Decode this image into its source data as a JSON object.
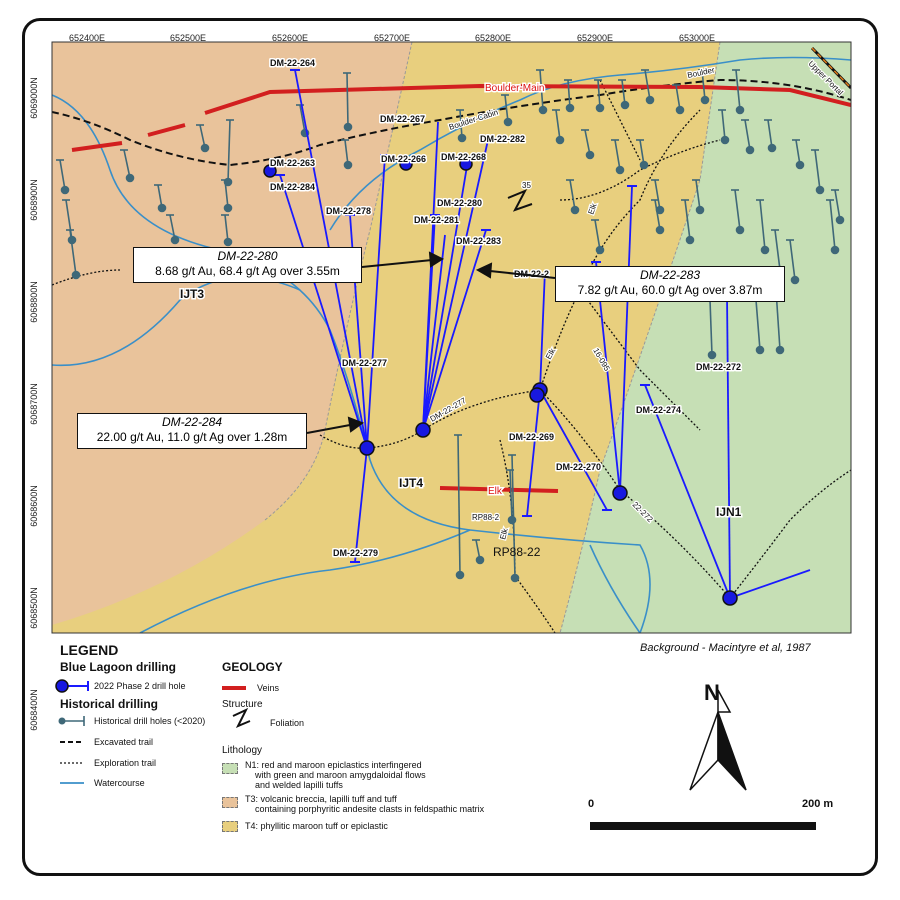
{
  "coords": {
    "top": [
      "652400E",
      "652500E",
      "652600E",
      "652700E",
      "652800E",
      "652900E",
      "653000E"
    ],
    "left": [
      "6069000N",
      "6068900N",
      "6068800N",
      "6068700N",
      "6068600N",
      "6068500N",
      "6068400N"
    ]
  },
  "map": {
    "veins": [
      "Boulder-Main",
      "Elk"
    ],
    "trails": [
      "Boulder",
      "Boulder-Cabin",
      "Upper Portal",
      "DM-22-277",
      "Elk",
      "16-095",
      "22-272"
    ],
    "foliation_dip": "35",
    "units": [
      "IJT3",
      "IJT4",
      "IJN1"
    ],
    "holes": [
      "DM-22-264",
      "DM-22-267",
      "DM-22-263",
      "DM-22-284",
      "DM-22-266",
      "DM-22-268",
      "DM-22-282",
      "DM-22-278",
      "DM-22-280",
      "DM-22-281",
      "DM-22-283",
      "DM-22-2",
      "DM-22-277",
      "DM-22-269",
      "DM-22-270",
      "DM-22-272",
      "DM-22-274",
      "DM-22-279",
      "RP88-2",
      "RP88-22"
    ]
  },
  "callouts": [
    {
      "id": "280",
      "title": "DM-22-280",
      "text": "8.68 g/t Au, 68.4 g/t Ag over 3.55m"
    },
    {
      "id": "283",
      "title": "DM-22-283",
      "text": "7.82 g/t Au, 60.0 g/t Ag over 3.87m"
    },
    {
      "id": "284",
      "title": "DM-22-284",
      "text": "22.00 g/t Au, 11.0 g/t Ag over 1.28m"
    }
  ],
  "legend": {
    "title": "LEGEND",
    "blue_lagoon": "Blue Lagoon drilling",
    "phase2": "2022 Phase 2 drill hole",
    "historical": "Historical drilling",
    "historical_holes": "Historical drill holes (<2020)",
    "excavated": "Excavated trail",
    "exploration": "Exploration trail",
    "watercourse": "Watercourse",
    "geology": "GEOLOGY",
    "veins": "Veins",
    "structure": "Structure",
    "foliation": "Foliation",
    "lithology": "Lithology",
    "n1": [
      "N1: red and maroon epiclastics interfingered",
      "with green and maroon amygdaloidal flows",
      "and welded lapilli tuffs"
    ],
    "t3": [
      "T3: volcanic breccia, lapilli tuff and tuff",
      "containing porphyritic andesite clasts in feldspathic matrix"
    ],
    "t4": "T4: phyllitic maroon tuff or epiclastic",
    "background": "Background - Macintyre et al, 1987",
    "north": "N",
    "scale_start": "0",
    "scale_end": "200 m"
  },
  "colors": {
    "t3": "#e9c39b",
    "t4": "#e8cf7e",
    "n1": "#c6dfb5",
    "vein": "#d21f1f",
    "hole": "#1a1aff",
    "hist": "#3f6878",
    "water": "#3a8fc8"
  }
}
